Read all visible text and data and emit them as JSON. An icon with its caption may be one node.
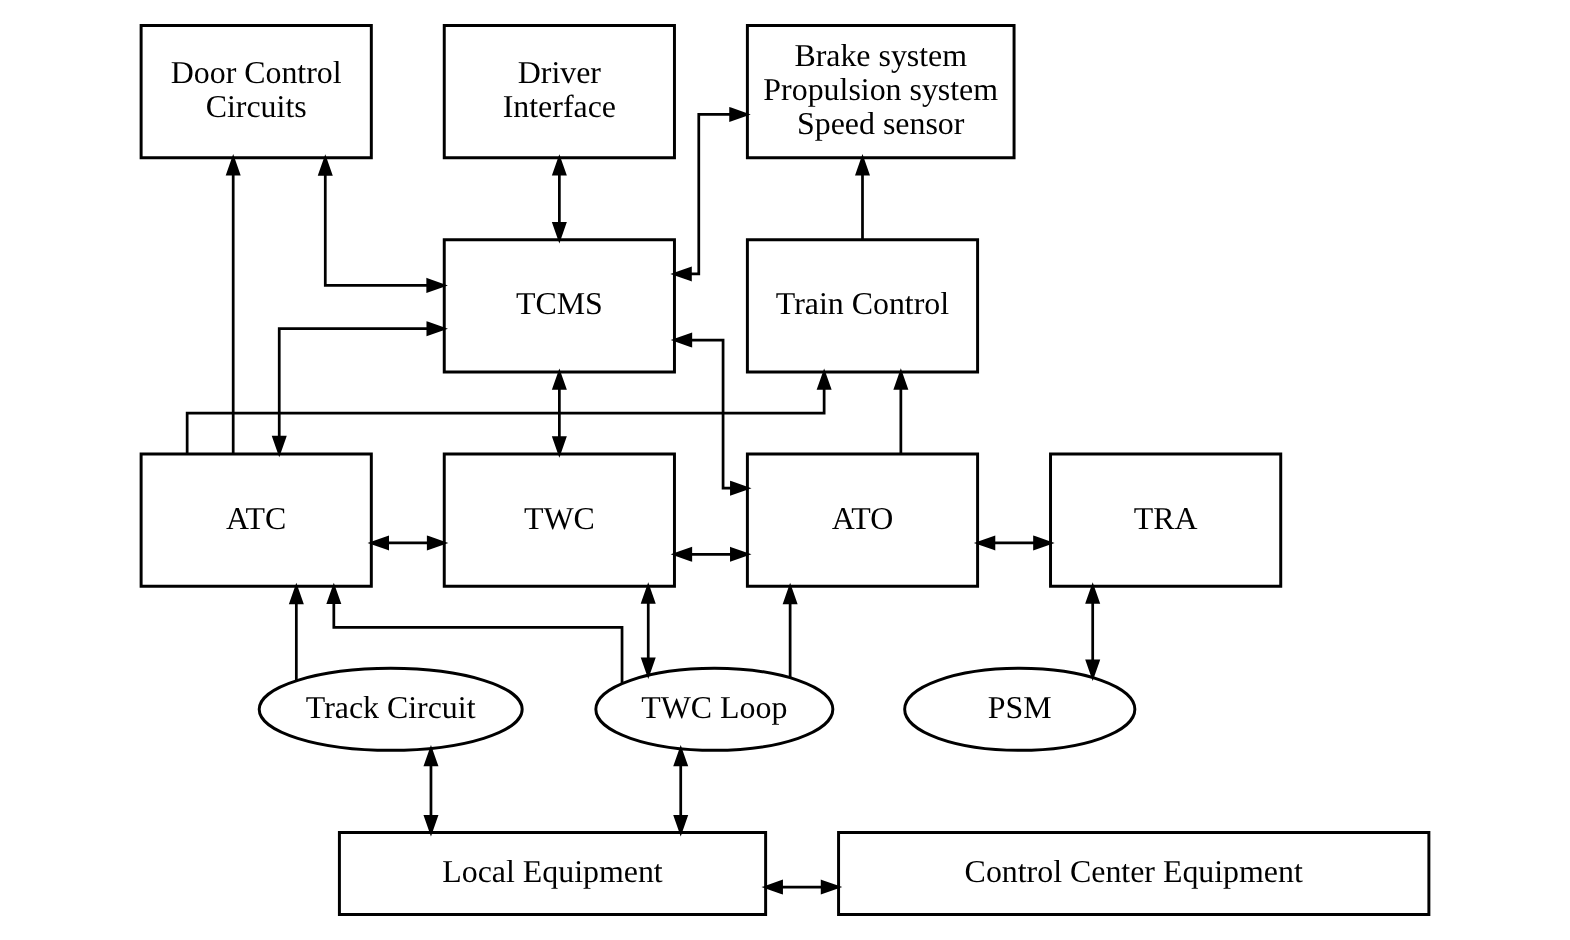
{
  "diagram": {
    "nodes": [
      {
        "text": [
          "Door Control Circuits"
        ]
      },
      {
        "text": [
          "Driver Interface"
        ]
      },
      {
        "text": [
          "Brake system Propulsion system Speed sensor"
        ]
      },
      {
        "text": [
          "TCMS"
        ]
      },
      {
        "text": [
          "Train Control"
        ]
      },
      {
        "text": [
          "ATC"
        ]
      },
      {
        "text": [
          "TWC"
        ]
      },
      {
        "text": [
          "ATO"
        ]
      },
      {
        "text": [
          "TRA"
        ]
      },
      {
        "text": [
          "Track Circuit"
        ]
      },
      {
        "text": [
          "TWC Loop"
        ]
      },
      {
        "text": [
          "PSM"
        ]
      },
      {
        "text": [
          "Local Equipment"
        ]
      },
      {
        "text": [
          "Control Center Equipment"
        ]
      }
    ],
    "edges": [
      {
        "from": 5,
        "to": 0,
        "arrow": "to"
      },
      {
        "from": 0,
        "to": 3,
        "arrow": "both"
      },
      {
        "from": 1,
        "to": 3,
        "arrow": "both"
      },
      {
        "from": 2,
        "to": 3,
        "arrow": "both"
      },
      {
        "from": 3,
        "to": 5,
        "arrow": "both"
      },
      {
        "from": 3,
        "to": 6,
        "arrow": "both"
      },
      {
        "from": 3,
        "to": 7,
        "arrow": "both"
      },
      {
        "from": 4,
        "to": 2,
        "arrow": "to"
      },
      {
        "from": 5,
        "to": 4,
        "arrow": "to"
      },
      {
        "from": 7,
        "to": 4,
        "arrow": "to"
      },
      {
        "from": 5,
        "to": 6,
        "arrow": "both"
      },
      {
        "from": 6,
        "to": 7,
        "arrow": "both"
      },
      {
        "from": 7,
        "to": 8,
        "arrow": "both"
      },
      {
        "from": 10,
        "to": 5,
        "arrow": "to"
      },
      {
        "from": 10,
        "to": 7,
        "arrow": "to"
      },
      {
        "from": 6,
        "to": 10,
        "arrow": "both"
      },
      {
        "from": 9,
        "to": 5,
        "arrow": "to"
      },
      {
        "from": 8,
        "to": 11,
        "arrow": "both"
      },
      {
        "from": 9,
        "to": 12,
        "arrow": "both"
      },
      {
        "from": 10,
        "to": 12,
        "arrow": "both"
      },
      {
        "from": 12,
        "to": 13,
        "arrow": "both"
      }
    ]
  }
}
